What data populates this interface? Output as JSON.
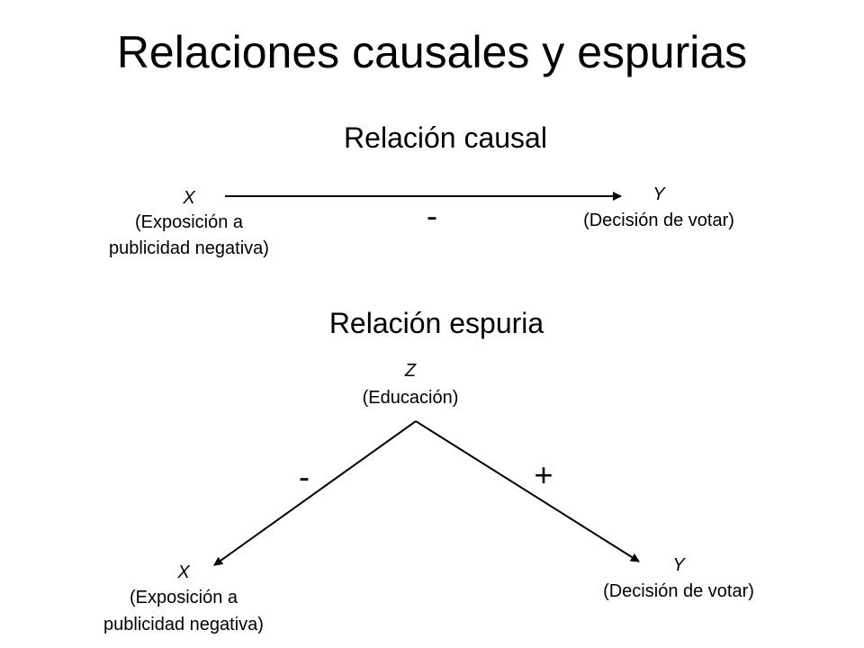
{
  "slide": {
    "title": "Relaciones causales y espurias"
  },
  "causal": {
    "heading": "Relación causal",
    "x": {
      "symbol": "X",
      "description_line1": "(Exposición a",
      "description_line2": "publicidad negativa)"
    },
    "y": {
      "symbol": "Y",
      "description": "(Decisión de votar)"
    },
    "sign": "-"
  },
  "spurious": {
    "heading": "Relación espuria",
    "z": {
      "symbol": "Z",
      "description": "(Educación)"
    },
    "x": {
      "symbol": "X",
      "description_line1": "(Exposición a",
      "description_line2": "publicidad negativa)"
    },
    "y": {
      "symbol": "Y",
      "description": "(Decisión de votar)"
    },
    "sign_to_x": "-",
    "sign_to_y": "+"
  }
}
